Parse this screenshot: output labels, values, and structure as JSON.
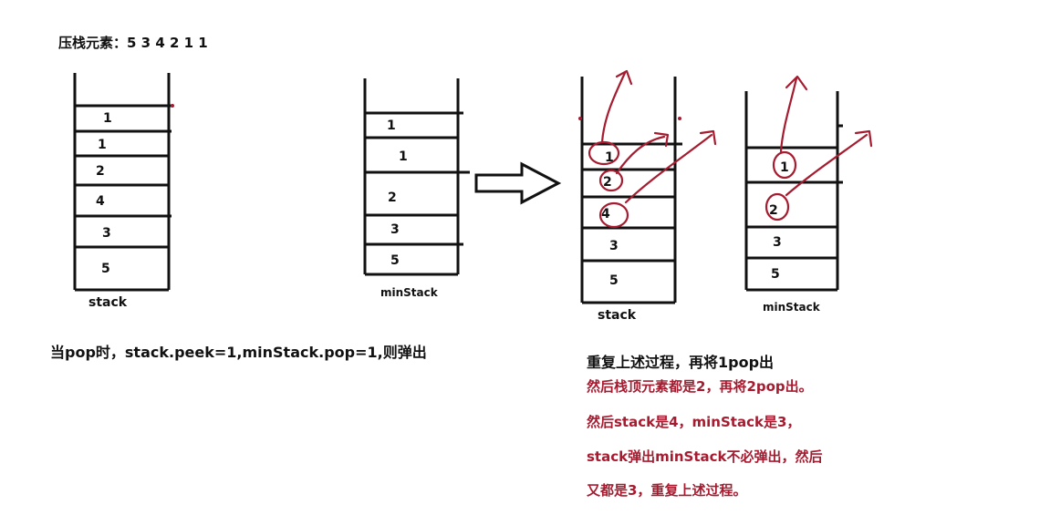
{
  "heading": "压栈元素：5 3 4 2 1 1",
  "stack_left": {
    "caption": "stack",
    "items_top_to_bottom": [
      "1",
      "1",
      "2",
      "4",
      "3",
      "5"
    ]
  },
  "minstack_left": {
    "caption": "minStack",
    "items_top_to_bottom": [
      "1",
      "1",
      "2",
      "3",
      "5"
    ]
  },
  "stack_right": {
    "caption": "stack",
    "items_top_to_bottom": [
      "1",
      "2",
      "4",
      "3",
      "5"
    ]
  },
  "minstack_right": {
    "caption": "minStack",
    "items_top_to_bottom": [
      "1",
      "2",
      "3",
      "5"
    ]
  },
  "note_left": "当pop时，stack.peek=1,minStack.pop=1,则弹出",
  "note_right": {
    "line1": "重复上述过程，再将1pop出",
    "line2": "然后栈顶元素都是2，再将2pop出。",
    "line3": "然后stack是4，minStack是3，",
    "line4": "stack弹出minStack不必弹出，然后",
    "line5": "又都是3，重复上述过程。"
  },
  "colors": {
    "ink": "#111111",
    "annotation": "#a51c30"
  }
}
